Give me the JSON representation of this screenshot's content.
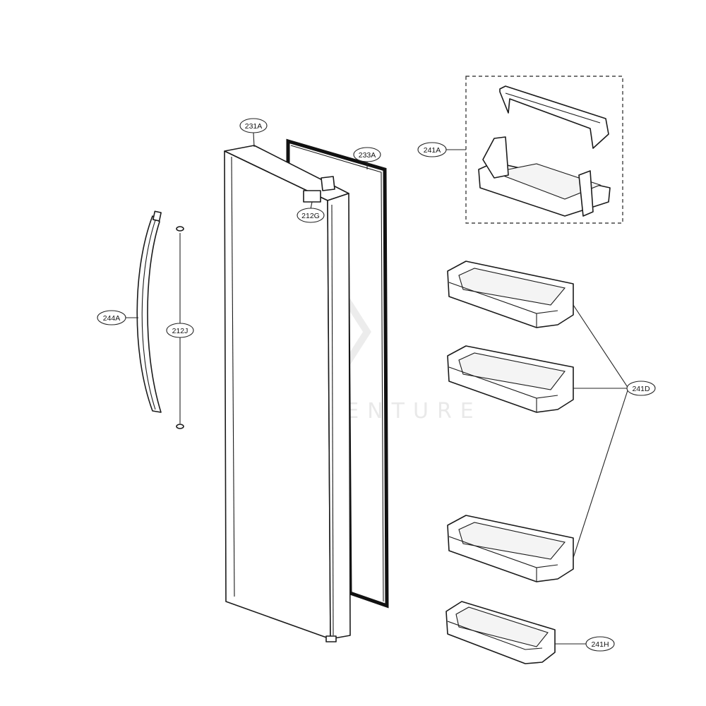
{
  "watermark": {
    "text": "LEADVENTURE"
  },
  "callouts": [
    {
      "id": "231A",
      "label": "231A"
    },
    {
      "id": "233A",
      "label": "233A"
    },
    {
      "id": "212G",
      "label": "212G"
    },
    {
      "id": "241A",
      "label": "241A"
    },
    {
      "id": "244A",
      "label": "244A"
    },
    {
      "id": "212J",
      "label": "212J"
    },
    {
      "id": "241D",
      "label": "241D"
    },
    {
      "id": "241H",
      "label": "241H"
    }
  ]
}
